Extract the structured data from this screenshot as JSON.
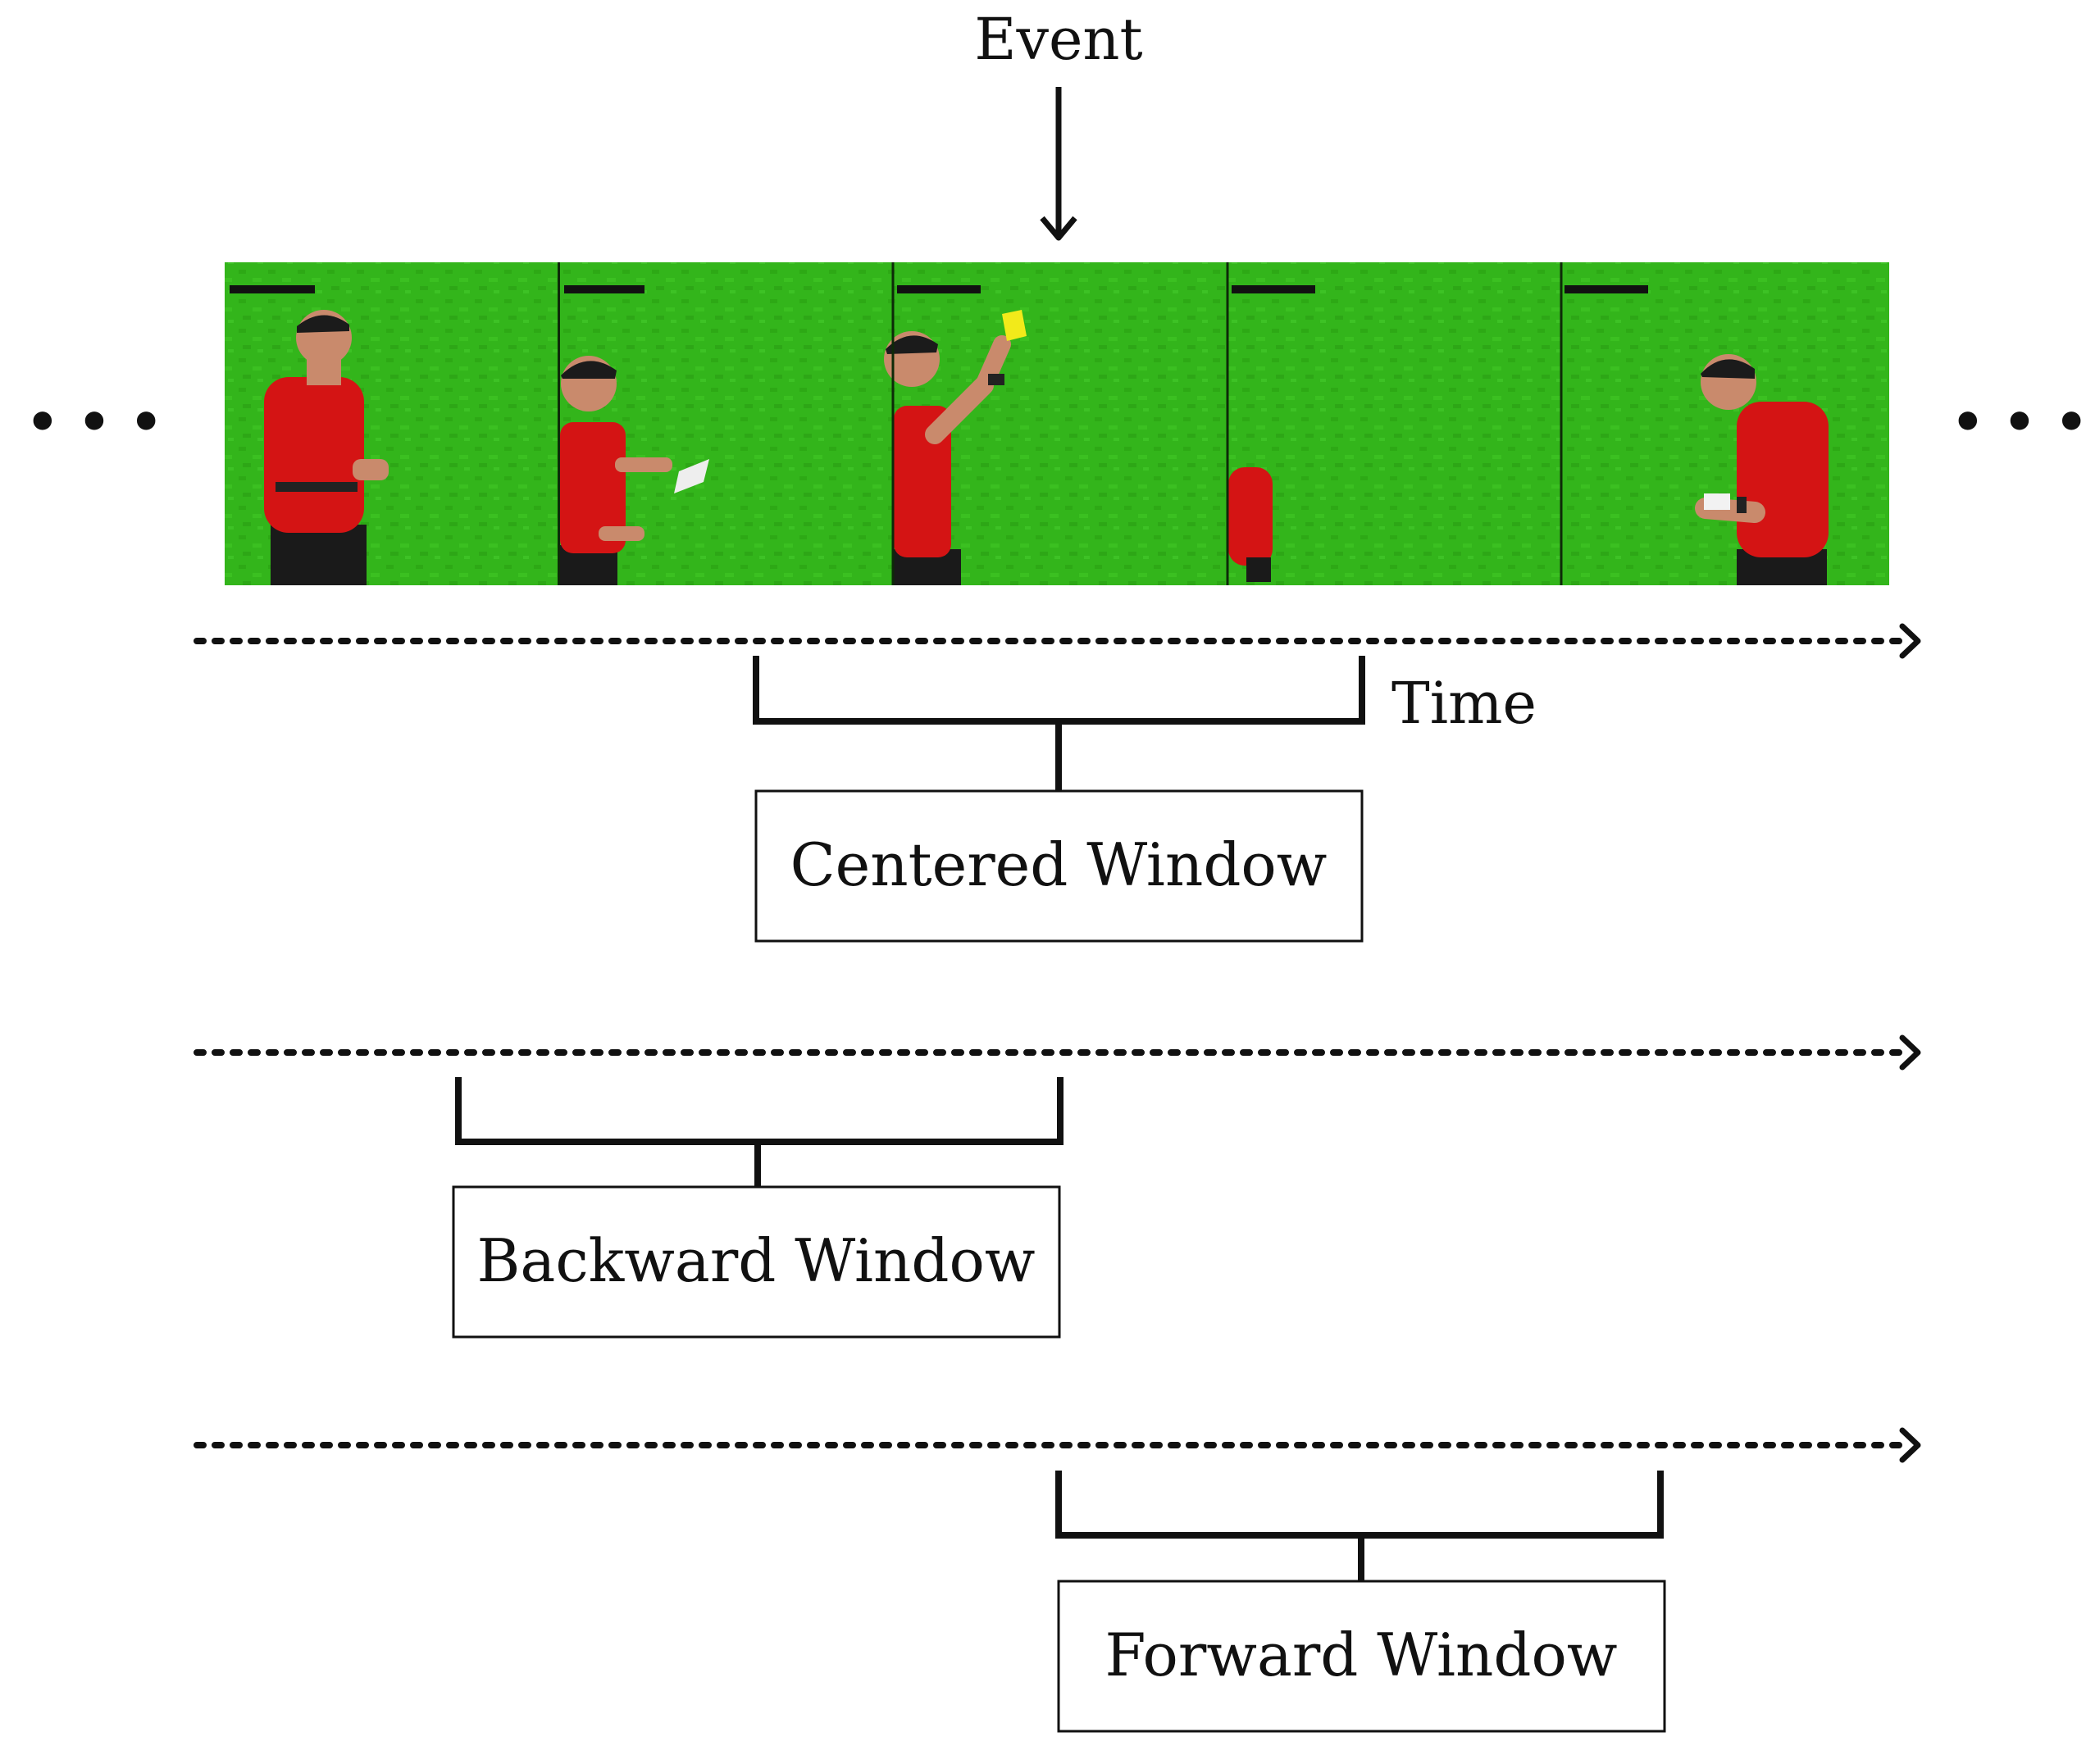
{
  "event_label": "Event",
  "time_label": "Time",
  "ellipsis_left": "• • •",
  "ellipsis_right": "• • •",
  "windows": [
    {
      "label": "Centered Window"
    },
    {
      "label": "Backward Window"
    },
    {
      "label": "Forward Window"
    }
  ],
  "frames": [
    {
      "content": "referee-standing"
    },
    {
      "content": "referee-holding-card"
    },
    {
      "content": "referee-raising-yellow-card"
    },
    {
      "content": "referee-leaving-frame"
    },
    {
      "content": "referee-writing-notes"
    }
  ],
  "colors": {
    "pitch": "#33b51b",
    "pitch_dark": "#269410",
    "shirt": "#d41414",
    "yellow_card": "#f2ea1a",
    "ink": "#111111"
  }
}
